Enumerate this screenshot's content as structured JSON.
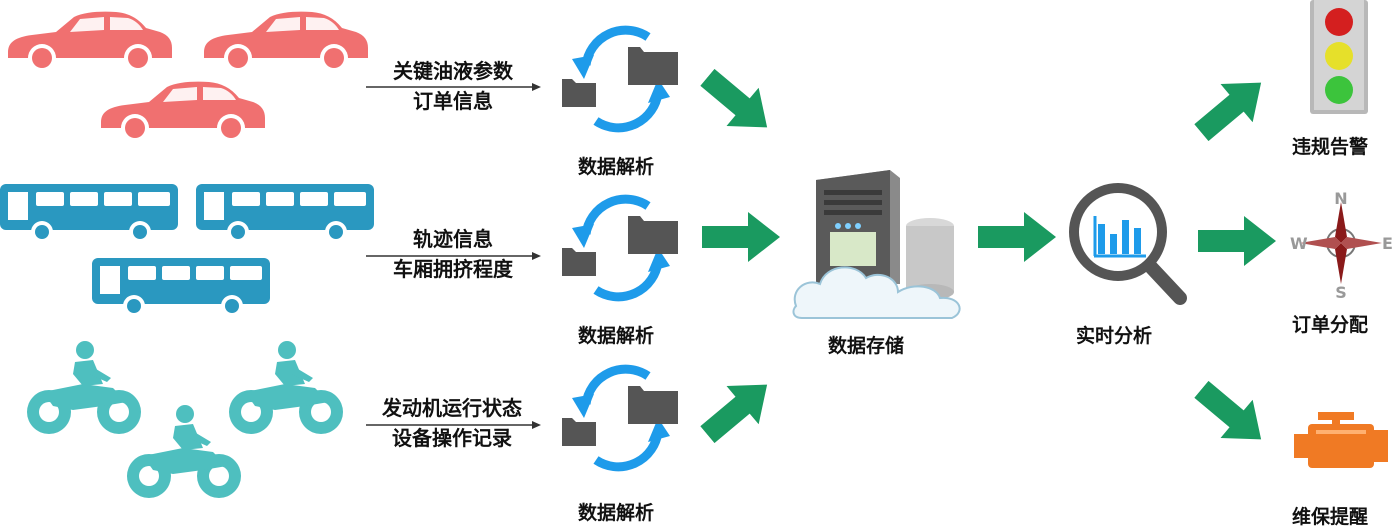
{
  "sources": [
    {
      "line1": "关键油液参数",
      "line2": "订单信息"
    },
    {
      "line1": "轨迹信息",
      "line2": "车厢拥挤程度"
    },
    {
      "line1": "发动机运行状态",
      "line2": "设备操作记录"
    }
  ],
  "parse_label": "数据解析",
  "storage_label": "数据存储",
  "analysis_label": "实时分析",
  "outputs": [
    "违规告警",
    "订单分配",
    "维保提醒"
  ],
  "compass": {
    "n": "N",
    "s": "S",
    "e": "E",
    "w": "W"
  },
  "colors": {
    "car": "#f07070",
    "bus": "#2a98c0",
    "moto": "#4ebfbf",
    "arrow": "#1a9a60",
    "cycle": "#1e9bea",
    "folder": "#555555",
    "engine": "#f07a24"
  }
}
